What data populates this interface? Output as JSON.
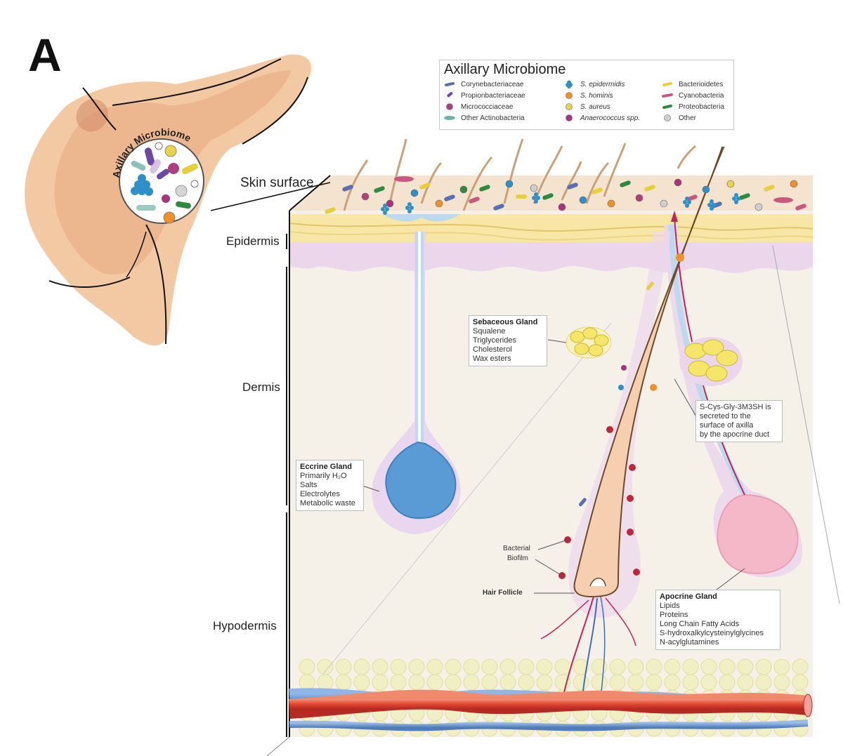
{
  "panel_letter": "A",
  "inset": {
    "title": "Axillary Microbiome"
  },
  "layers": {
    "skin_surface": "Skin surface",
    "epidermis": "Epidermis",
    "dermis": "Dermis",
    "hypodermis": "Hypodermis"
  },
  "legend": {
    "title": "Axillary Microbiome",
    "items": [
      {
        "label": "Corynebacteriaceae",
        "color": "#5a6fb3",
        "icon": "rod-icon"
      },
      {
        "label": "Propionbacteriaceae",
        "color": "#6a4aa0",
        "icon": "short-rod-icon"
      },
      {
        "label": "Micrococciaceae",
        "color": "#b03f7e",
        "icon": "coccus-icon"
      },
      {
        "label": "Other Actinobacteria",
        "color": "#6fb2a8",
        "icon": "oval-icon"
      },
      {
        "label": "S. epidermidis",
        "color": "#2f8fc7",
        "icon": "cluster-icon"
      },
      {
        "label": "S. hominis",
        "color": "#f0902a",
        "icon": "coccus-icon"
      },
      {
        "label": "S. aureus",
        "color": "#e8d44a",
        "icon": "coccus-icon"
      },
      {
        "label": "Anaerococcus spp.",
        "color": "#a8347e",
        "icon": "coccus-icon"
      },
      {
        "label": "Bacterioidetes",
        "color": "#e6cf3a",
        "icon": "rod-icon"
      },
      {
        "label": "Cyanobacteria",
        "color": "#c9587e",
        "icon": "filament-icon"
      },
      {
        "label": "Proteobacteria",
        "color": "#2e8a3e",
        "icon": "rod-icon"
      },
      {
        "label": "Other",
        "color": "#cfcfcf",
        "icon": "coccus-icon"
      }
    ]
  },
  "sebaceous": {
    "title": "Sebaceous Gland",
    "lines": [
      "Squalene",
      "Triglycerides",
      "Cholesterol",
      "Wax esters"
    ]
  },
  "eccrine": {
    "title": "Eccrine Gland",
    "lines": [
      "Primarily H₂O",
      "Salts",
      "Electrolytes",
      "Metabolic waste"
    ]
  },
  "apocrine": {
    "title": "Apocrine Gland",
    "lines": [
      "Lipids",
      "Proteins",
      "Long Chain Fatty Acids",
      "S-hydroxalkylcysteinylglycines",
      "N-acylglutamines"
    ]
  },
  "secretion_note": [
    "S-Cys-Gly-3M3SH is",
    "secreted to the",
    "surface of axilla",
    "by the apocrine duct"
  ],
  "labels": {
    "bacterial": "Bacterial",
    "biofilm": "Biofilm",
    "hair_follicle": "Hair Follicle"
  },
  "colors": {
    "skin_tan": "#f2c9a3",
    "epidermis_yellow": "#f7e6a6",
    "dermis_lavender": "#ecd6ec",
    "eccrine_blue": "#5b9bd5",
    "apocrine_pink": "#f5b8c8",
    "sebaceous_yellow": "#f5e66b",
    "artery_red": "#d8473a",
    "vein_blue": "#4a82c9"
  }
}
